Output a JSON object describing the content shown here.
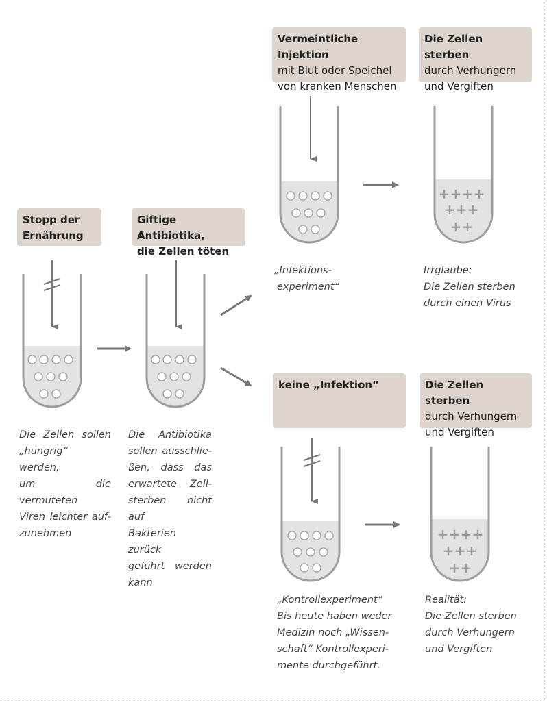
{
  "colors": {
    "box_fill": "#dcd4cd",
    "tube_stroke": "#9e9e9e",
    "liquid": "#e3e3e3",
    "arrow": "#777777"
  },
  "boxes": {
    "starve": {
      "title": "Stopp der",
      "title2": "Ernährung"
    },
    "antibiotics": {
      "title": "Giftige Antibiotika,",
      "title2": "die Zellen töten"
    },
    "injection": {
      "title": "Vermeintliche Injektion",
      "line2": "mit Blut oder Speichel",
      "line3": "von kranken Menschen"
    },
    "die_top": {
      "title": "Die Zellen sterben",
      "line2": "durch Verhungern",
      "line3": "und Vergiften"
    },
    "no_infection": {
      "title": "keine „Infektion“"
    },
    "die_bottom": {
      "title": "Die Zellen sterben",
      "line2": "durch Verhungern",
      "line3": "und Vergiften"
    }
  },
  "captions": {
    "starve": [
      "Die Zellen sollen",
      "„hungrig“ werden,",
      "um die vermuteten",
      "Viren leichter auf-",
      "zunehmen"
    ],
    "antibiotics": [
      "Die Antibiotika",
      "sollen ausschlie-",
      "ßen, dass das",
      "erwartete Zell-",
      "sterben nicht auf",
      "Bakterien zurück",
      "geführt werden",
      "kann"
    ],
    "infection": [
      "„Infektions-",
      "experiment“"
    ],
    "belief": [
      "Irrglaube:",
      "Die Zellen sterben",
      "durch einen Virus"
    ],
    "control": [
      "„Kontrollexperiment“",
      "Bis heute haben weder",
      "Medizin noch „Wissen-",
      "schaft“ Kontrollexperi-",
      "mente durchgeführt."
    ],
    "reality": [
      "Realität:",
      "Die Zellen sterben",
      "durch Verhungern",
      "und Vergiften"
    ]
  }
}
